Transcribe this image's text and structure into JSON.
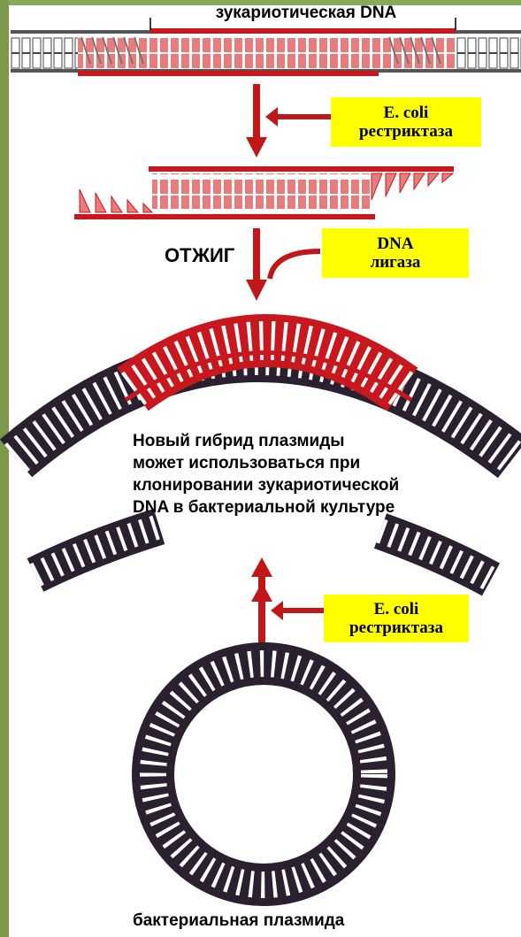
{
  "top_label": "зукариотическая DNA",
  "enzyme_box_1": {
    "line1": "E. coli",
    "line2": "рестриктаза"
  },
  "annealing_label": "ОТЖИГ",
  "ligase_box": {
    "line1": "DNA",
    "line2": "лигаза"
  },
  "caption": {
    "line1": "Новый гибрид плазмиды",
    "line2": "может использоваться при",
    "line3": "клонировании зукариотической",
    "line4": "DNA в бактериальной культуре"
  },
  "enzyme_box_2": {
    "line1": "E. coli",
    "line2": "рестриктаза"
  },
  "bottom_label": "бактериальная плазмида",
  "colors": {
    "insert_red": "#c8181e",
    "insert_fill": "#e87c7c",
    "plasmid_dark": "#2a2030",
    "arrow": "#c01818",
    "box": "#ffff00",
    "accent_green": "#7a9a4a"
  }
}
